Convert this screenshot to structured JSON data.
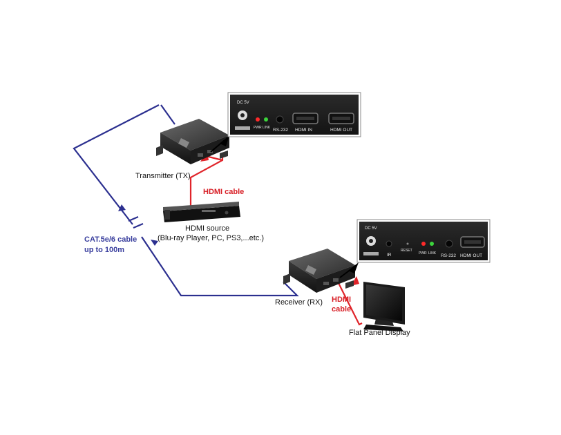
{
  "diagram": {
    "transmitter_label": "Transmitter (TX)",
    "receiver_label": "Receiver (RX)",
    "hdmi_cable_top": "HDMI  cable",
    "hdmi_cable_right_1": "HDMI",
    "hdmi_cable_right_2": "cable",
    "source_label_1": "HDMI source",
    "source_label_2": "(Blu-ray Player, PC, PS3,...etc.)",
    "cat_label_1": "CAT.5e/6 cable",
    "cat_label_2": "up to 100m",
    "display_label": "Flat Panel Display"
  },
  "tx_panel": {
    "dc": "DC 5V",
    "pwr": "PWR",
    "link": "LINK",
    "rs232": "RS-232",
    "hdmi_in": "HDMI IN",
    "hdmi_out": "HDMI OUT"
  },
  "rx_panel": {
    "dc": "DC 5V",
    "ir": "IR",
    "reset": "RESET",
    "pwr": "PWR",
    "link": "LINK",
    "rs232": "RS-232",
    "hdmi_out": "HDMI OUT"
  },
  "colors": {
    "cat_line": "#2b2f8f",
    "hdmi_line": "#e0242a",
    "cat_text": "#3a3f9e",
    "hdmi_text": "#d81f26",
    "led_red": "#ff2a2a",
    "led_green": "#3cd43c"
  }
}
